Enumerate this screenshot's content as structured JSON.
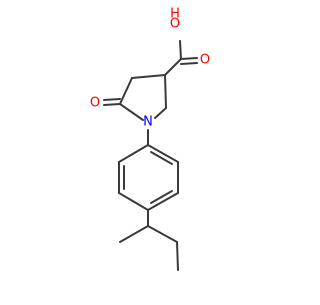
{
  "molecule": {
    "atoms": {
      "hydroxyl_o": "O",
      "hydroxyl_h": "H",
      "carbonyl_o_acid": "O",
      "carbonyl_o_lactam": "O",
      "ring_n": "N"
    }
  },
  "colors": {
    "oxygen": "#ff0000",
    "nitrogen": "#0000ff",
    "bond": "#3a3a3a"
  }
}
